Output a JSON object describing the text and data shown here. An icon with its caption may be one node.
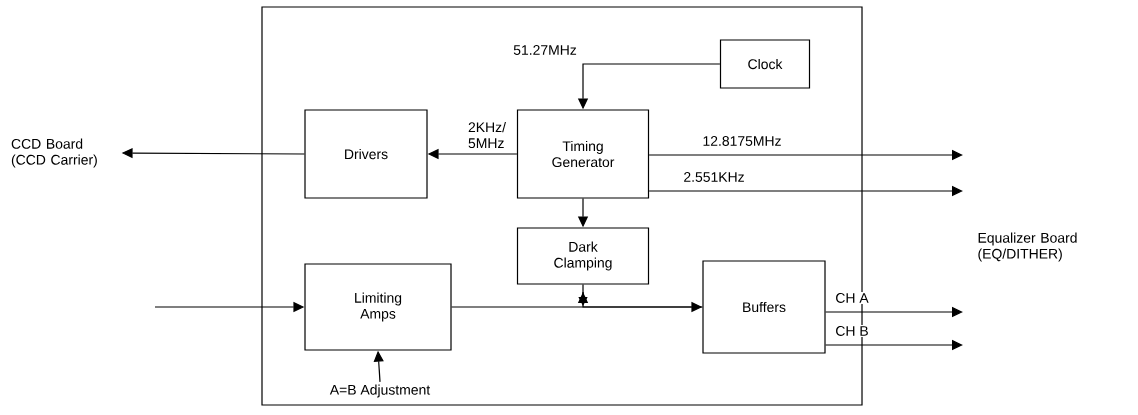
{
  "diagram": {
    "nodes": [
      {
        "text": [],
        "shape": "box"
      },
      {
        "text": [
          "Clock"
        ],
        "in": 0
      },
      {
        "text": [
          "Timing Generator"
        ],
        "in": 0
      },
      {
        "text": [
          "Drivers"
        ],
        "in": 0
      },
      {
        "text": [
          "Dark Clamping"
        ],
        "in": 0
      },
      {
        "text": [
          "Limiting Amps"
        ],
        "in": 0
      },
      {
        "text": [
          "Buffers"
        ],
        "in": 0
      },
      {
        "text": [
          "CCD Board (CCD Carrier)"
        ]
      },
      {
        "text": [
          "A=B Adjustment"
        ],
        "in": 0
      }
    ],
    "edges": [
      {
        "from": 1,
        "to": 2,
        "arrow": "to",
        "label": "51.27MHz"
      },
      {
        "from": 2,
        "to": 3,
        "arrow": "to",
        "label": "2KHz/ 5MHz"
      },
      {
        "from": 3,
        "to": 7,
        "arrow": "to"
      },
      {
        "from": 2,
        "to": null,
        "arrow": "to",
        "label": "12.8175MHz"
      },
      {
        "from": 2,
        "to": null,
        "arrow": "to",
        "label": "2.551KHz"
      },
      {
        "from": 2,
        "to": 4,
        "arrow": "to"
      },
      {
        "from": 4,
        "to": 6,
        "arrow": "to"
      },
      {
        "from": 5,
        "to": 6,
        "arrow": "to"
      },
      {
        "from": null,
        "to": 5,
        "arrow": "to"
      },
      {
        "from": 8,
        "to": 5,
        "arrow": "to"
      },
      {
        "from": 6,
        "to": null,
        "arrow": "to",
        "label": "CH A"
      },
      {
        "from": 6,
        "to": null,
        "arrow": "to",
        "label": "CH B"
      }
    ],
    "labels": [
      "Equalizer Board (EQ/DITHER)"
    ]
  }
}
